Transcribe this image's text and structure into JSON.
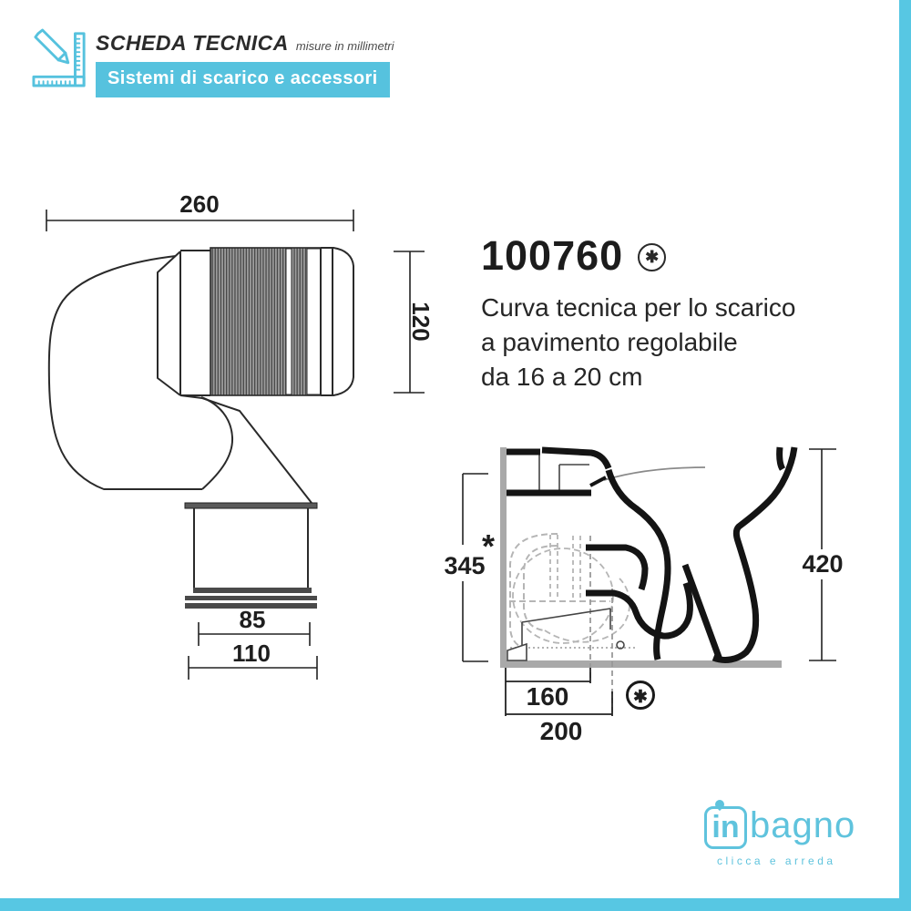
{
  "page": {
    "background": "#ffffff",
    "accent_border_color": "#57c7e3"
  },
  "header": {
    "title": "SCHEDA TECNICA",
    "subtitle": "misure in millimetri",
    "banner_label": "Sistemi di scarico e accessori",
    "banner_color": "#56c2de",
    "icon": "ruler-and-pencil-icon"
  },
  "product": {
    "code": "100760",
    "code_marker": "✱",
    "description_line1": "Curva tecnica per lo scarico",
    "description_line2": "a pavimento regolabile",
    "description_line3": "da 16 a 20 cm"
  },
  "fitting_diagram": {
    "dim_total_width_mm": "260",
    "dim_inlet_height_mm": "120",
    "dim_outlet_pipe_mm": "85",
    "dim_outlet_flange_mm": "110"
  },
  "installation_diagram": {
    "dim_drain_center_height_mm": "345",
    "adjustable_marker": "*",
    "dim_toilet_height_mm": "420",
    "dim_drain_offset_inner_mm": "160",
    "dim_drain_offset_outer_mm": "200",
    "floor_marker": "✱"
  },
  "logo": {
    "brand_prefix": "in",
    "brand_suffix": "bagno",
    "tagline": "clicca e arreda",
    "color": "#5fc3dd"
  }
}
